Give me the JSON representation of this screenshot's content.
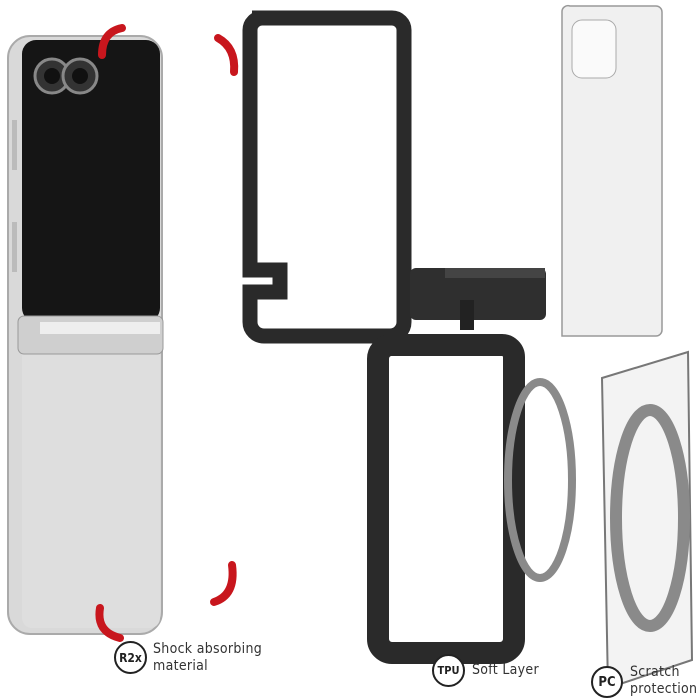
{
  "features": [
    {
      "badge": "R2x",
      "label_line1": "Shock absorbing",
      "label_line2": "material"
    },
    {
      "badge": "TPU",
      "label_line1": "Soft Layer"
    },
    {
      "badge": "PC",
      "label_line1": "Scratch",
      "label_line2": "protection"
    }
  ],
  "colors": {
    "accent_red": "#c8161d",
    "tpu_black": "#2a2a2a",
    "ring_gray": "#8a8a8a"
  }
}
